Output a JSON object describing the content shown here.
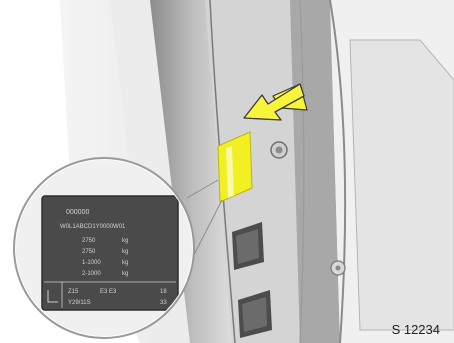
{
  "illustration": {
    "subject": "vehicle-identification-plate-on-door-pillar",
    "colors": {
      "background": "#ffffff",
      "body_light": "#e6e6e6",
      "body_mid": "#c8c8c8",
      "body_dark": "#9a9a9a",
      "label_highlight": "#f2ef22",
      "arrow_fill": "#f7f43a",
      "plate_bg": "#4a4a4a",
      "plate_text": "#d2d2d2"
    }
  },
  "plate": {
    "header": "000000",
    "vin": "W0L1ABCD1Y0000W01",
    "rows": [
      {
        "left": "2750",
        "right": "kg"
      },
      {
        "left": "2750",
        "right": "kg"
      },
      {
        "left": "1-1000",
        "right": "kg"
      },
      {
        "left": "2-1000",
        "right": "kg"
      }
    ],
    "footer": {
      "code1": "Z15",
      "code2": "E3 E3",
      "code3": "18",
      "paint": "Y29/11S",
      "trim": "33"
    }
  },
  "figure_ref": "S 12234"
}
